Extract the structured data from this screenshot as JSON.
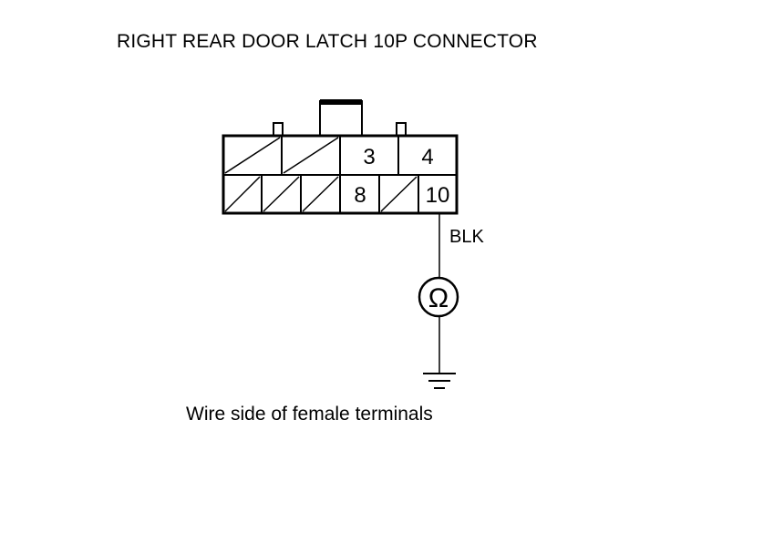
{
  "title": "RIGHT REAR DOOR LATCH 10P CONNECTOR",
  "connector": {
    "terminals": {
      "t3": "3",
      "t4": "4",
      "t8": "8",
      "t10": "10"
    }
  },
  "wire": {
    "color": "BLK"
  },
  "meter_symbol": "Ω",
  "ground_icon": "ground-icon",
  "caption": "Wire side of female terminals"
}
